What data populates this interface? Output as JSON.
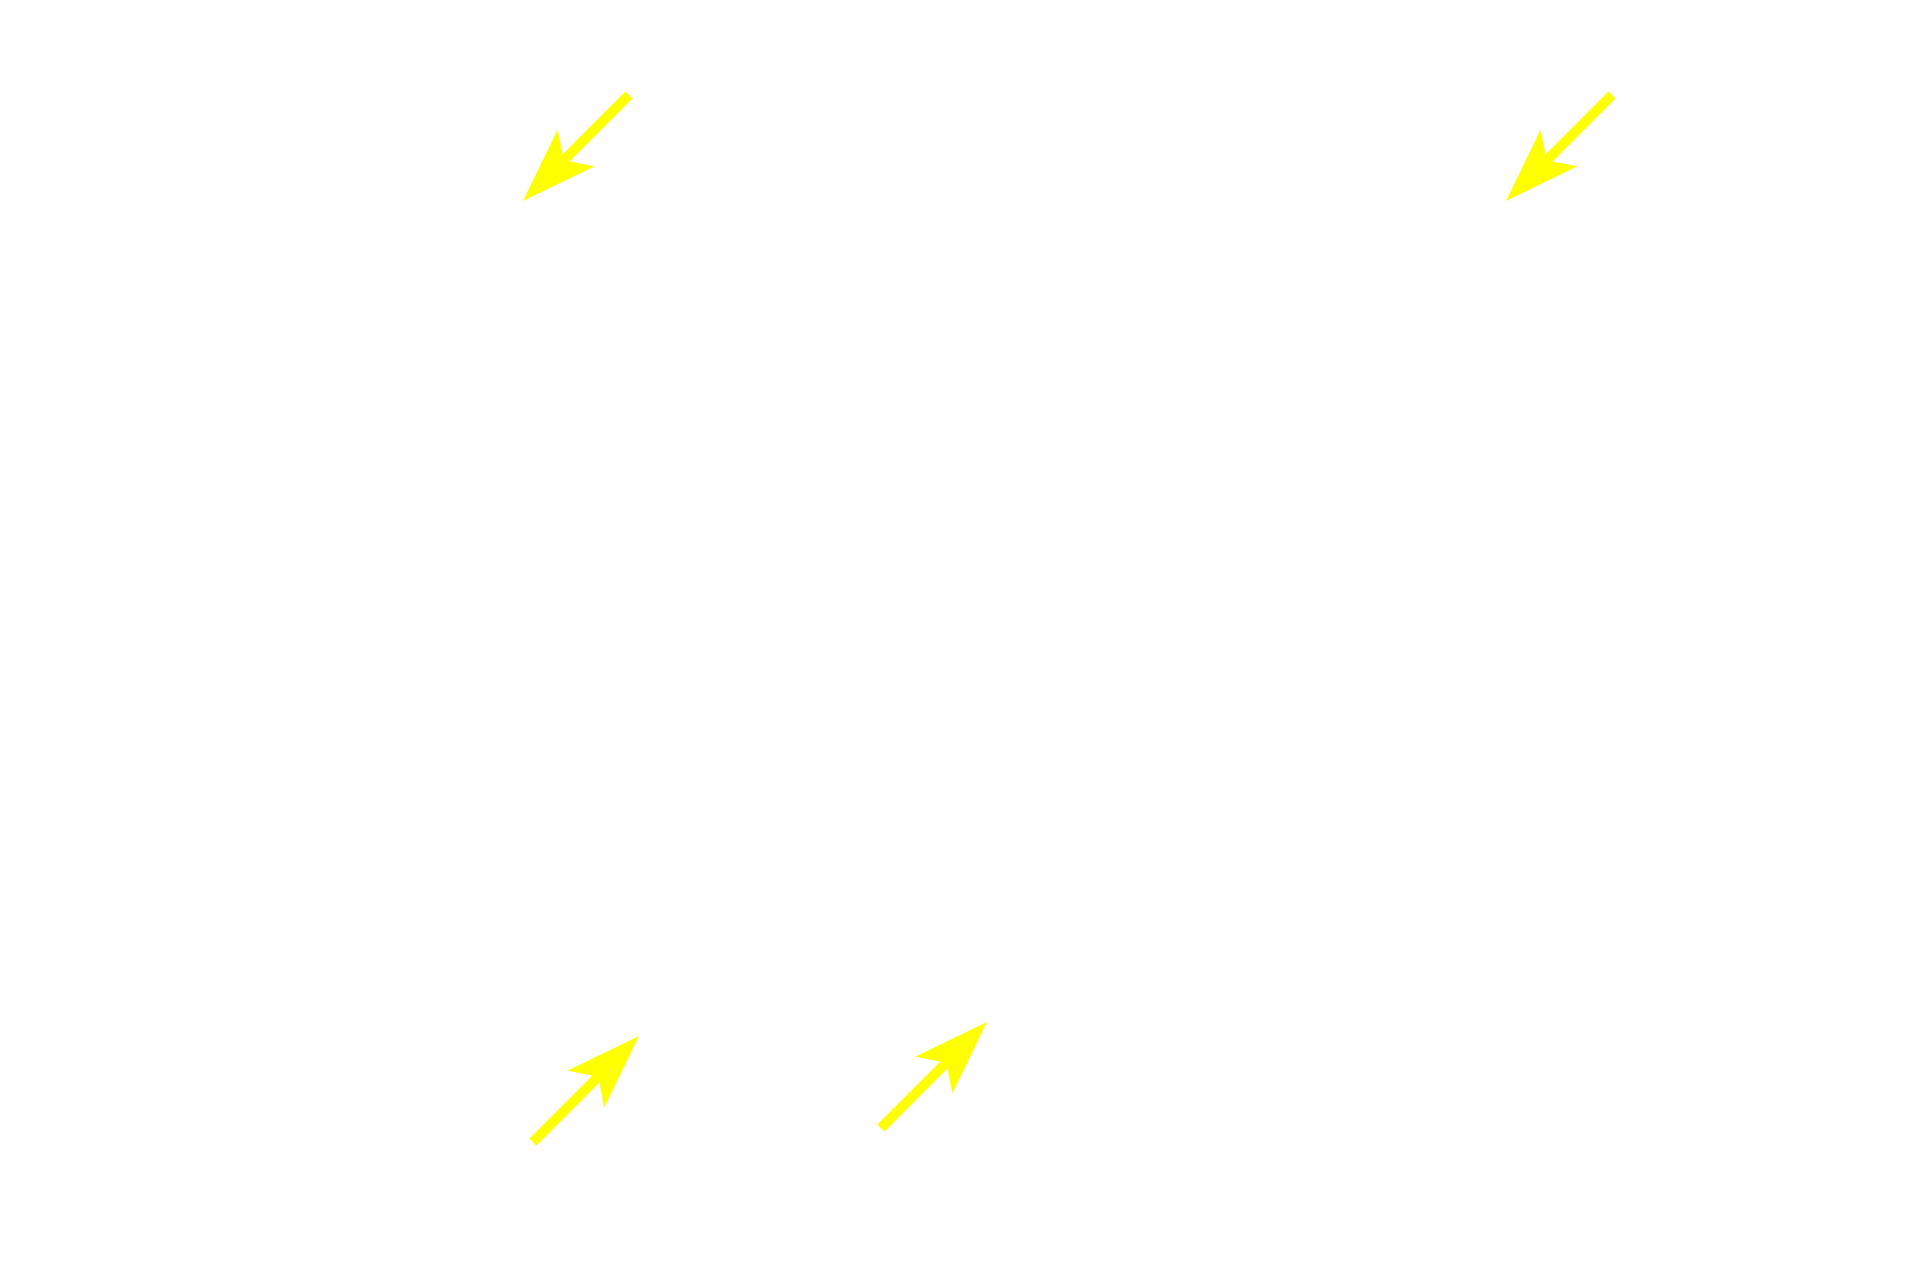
{
  "background_color": "#ffffff",
  "arrow_color": "#ffff00",
  "arrows": [
    {
      "name": "arrow-top-left",
      "direction": "down-left"
    },
    {
      "name": "arrow-top-right",
      "direction": "down-left"
    },
    {
      "name": "arrow-bottom-left",
      "direction": "up-right"
    },
    {
      "name": "arrow-bottom-center",
      "direction": "up-right"
    }
  ]
}
